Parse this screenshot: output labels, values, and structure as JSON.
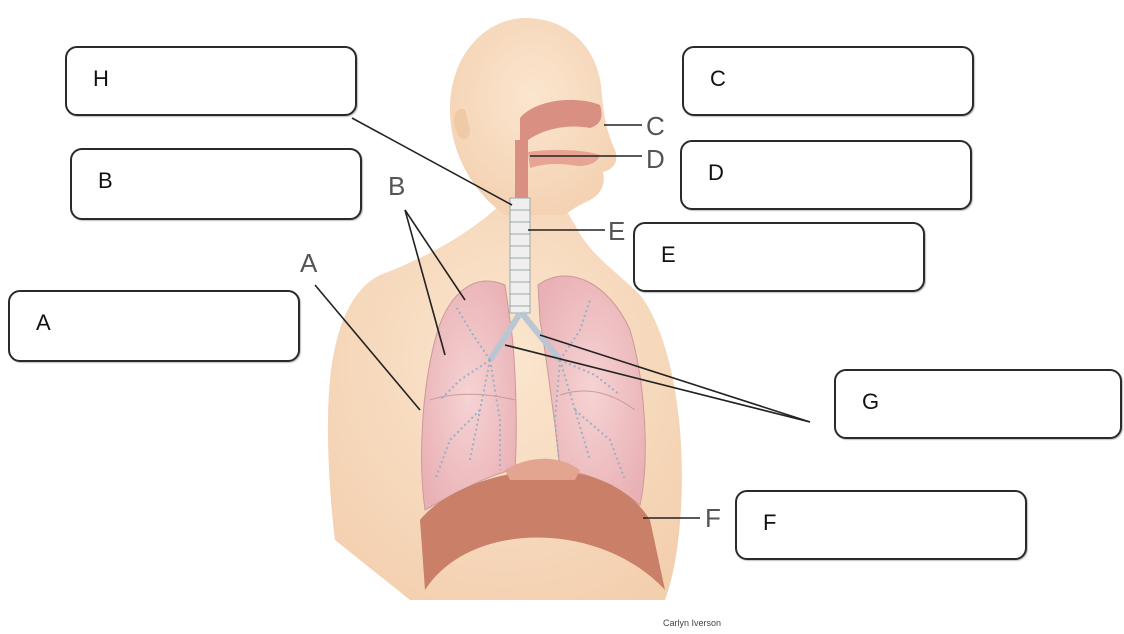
{
  "answer_boxes": [
    {
      "id": "H",
      "label": "H"
    },
    {
      "id": "B",
      "label": "B"
    },
    {
      "id": "A",
      "label": "A"
    },
    {
      "id": "C",
      "label": "C"
    },
    {
      "id": "D",
      "label": "D"
    },
    {
      "id": "E",
      "label": "E"
    },
    {
      "id": "G",
      "label": "G"
    },
    {
      "id": "F",
      "label": "F"
    }
  ],
  "diagram_letters": {
    "A": "A",
    "B": "B",
    "C": "C",
    "D": "D",
    "E": "E",
    "F": "F"
  },
  "credit": "Carlyn Iverson",
  "colors": {
    "skin": "#f8dcc0",
    "lung": "#f1c3c6",
    "diaphragm": "#c97f68",
    "nasal": "#d98f82",
    "trachea": "#efefef",
    "leader_line": "#222222"
  }
}
